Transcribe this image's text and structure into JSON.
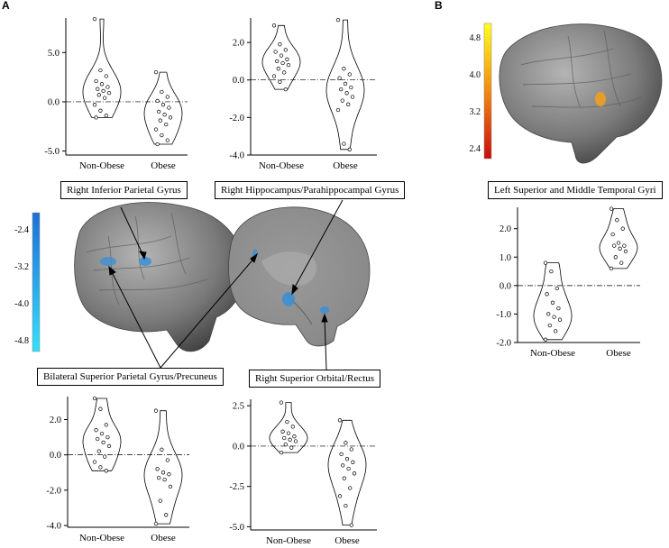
{
  "panels": {
    "a": "A",
    "b": "B"
  },
  "regions": {
    "r_ipg": "Right Inferior Parietal Gyrus",
    "r_hippo": "Right Hippocampus/Parahippocampal Gyrus",
    "bi_spg": "Bilateral Superior Parietal Gyrus/Precuneus",
    "r_orb": "Right Superior Orbital/Rectus",
    "l_temp": "Left Superior and Middle Temporal Gyri"
  },
  "colorbars": {
    "blue": {
      "ticks": [
        "-2.4",
        "-3.2",
        "-4.0",
        "-4.8"
      ],
      "colors": [
        "#1f6fd6",
        "#2aa6ea",
        "#35e0f8"
      ]
    },
    "hot": {
      "ticks": [
        "4.8",
        "4.0",
        "3.2",
        "2.4"
      ],
      "colors": [
        "#ffff20",
        "#f28a10",
        "#c80c0c"
      ]
    }
  },
  "chart_data": [
    {
      "id": "ipg",
      "type": "violin",
      "categories": [
        "Non-Obese",
        "Obese"
      ],
      "yticks": [
        "5.0",
        "0.0",
        "-5.0"
      ],
      "ytick_values": [
        5,
        0,
        -5
      ],
      "ylim": [
        -5.4,
        8.5
      ],
      "points": [
        [
          8.4,
          3.2,
          2.6,
          2.1,
          1.8,
          1.5,
          1.3,
          1.1,
          0.9,
          0.7,
          0.4,
          -0.3,
          -0.9,
          -1.4,
          -1.6
        ],
        [
          3.0,
          1.0,
          0.5,
          0.1,
          -0.3,
          -0.6,
          -1.0,
          -1.3,
          -1.6,
          -1.9,
          -2.3,
          -2.8,
          -3.4,
          -3.9,
          -4.3
        ]
      ]
    },
    {
      "id": "hippo",
      "type": "violin",
      "categories": [
        "Non-Obese",
        "Obese"
      ],
      "yticks": [
        "2.0",
        "0.0",
        "-2.0",
        "-4.0"
      ],
      "ytick_values": [
        2,
        0,
        -2,
        -4
      ],
      "ylim": [
        -4.0,
        3.3
      ],
      "points": [
        [
          2.9,
          1.9,
          1.6,
          1.5,
          1.3,
          1.1,
          1.0,
          0.9,
          0.8,
          0.6,
          0.4,
          0.2,
          -0.1,
          -0.5
        ],
        [
          3.2,
          0.6,
          0.3,
          0.1,
          -0.2,
          -0.4,
          -0.5,
          -0.7,
          -0.9,
          -1.1,
          -1.3,
          -1.6,
          -3.4,
          -3.7
        ]
      ]
    },
    {
      "id": "spg",
      "type": "violin",
      "categories": [
        "Non-Obese",
        "Obese"
      ],
      "yticks": [
        "2.0",
        "0.0",
        "-2.0",
        "-4.0"
      ],
      "ytick_values": [
        2,
        0,
        -2,
        -4
      ],
      "ylim": [
        -4.1,
        3.3
      ],
      "points": [
        [
          3.2,
          2.6,
          1.7,
          1.4,
          1.2,
          1.0,
          0.9,
          0.7,
          0.5,
          0.2,
          -0.1,
          -0.4,
          -0.7,
          -0.9
        ],
        [
          2.5,
          0.3,
          -0.3,
          -0.8,
          -1.0,
          -1.1,
          -1.3,
          -1.4,
          -1.8,
          -2.6,
          -3.4,
          -3.9
        ]
      ]
    },
    {
      "id": "orb",
      "type": "violin",
      "categories": [
        "Non-Obese",
        "Obese"
      ],
      "yticks": [
        "2.5",
        "0.0",
        "-2.5",
        "-5.0"
      ],
      "ytick_values": [
        2.5,
        0,
        -2.5,
        -5
      ],
      "ylim": [
        -5.2,
        2.9
      ],
      "points": [
        [
          2.7,
          1.5,
          1.2,
          0.9,
          0.8,
          0.6,
          0.5,
          0.4,
          0.3,
          0.1,
          -0.1,
          -0.4
        ],
        [
          1.6,
          0.2,
          -0.2,
          -0.5,
          -0.8,
          -1.0,
          -1.2,
          -1.4,
          -1.7,
          -2.0,
          -2.6,
          -3.1,
          -3.7,
          -4.9
        ]
      ]
    },
    {
      "id": "temp",
      "type": "violin",
      "categories": [
        "Non-Obese",
        "Obese"
      ],
      "yticks": [
        "2.0",
        "1.0",
        "0.0",
        "-1.0",
        "-2.0"
      ],
      "ytick_values": [
        2,
        1,
        0,
        -1,
        -2
      ],
      "ylim": [
        -2.0,
        2.75
      ],
      "points": [
        [
          0.8,
          0.5,
          -0.1,
          -0.3,
          -0.6,
          -0.8,
          -1.0,
          -1.1,
          -1.2,
          -1.4,
          -1.6,
          -1.9
        ],
        [
          2.7,
          2.3,
          2.0,
          1.8,
          1.5,
          1.4,
          1.4,
          1.3,
          1.2,
          1.0,
          0.8,
          0.6
        ]
      ]
    }
  ]
}
